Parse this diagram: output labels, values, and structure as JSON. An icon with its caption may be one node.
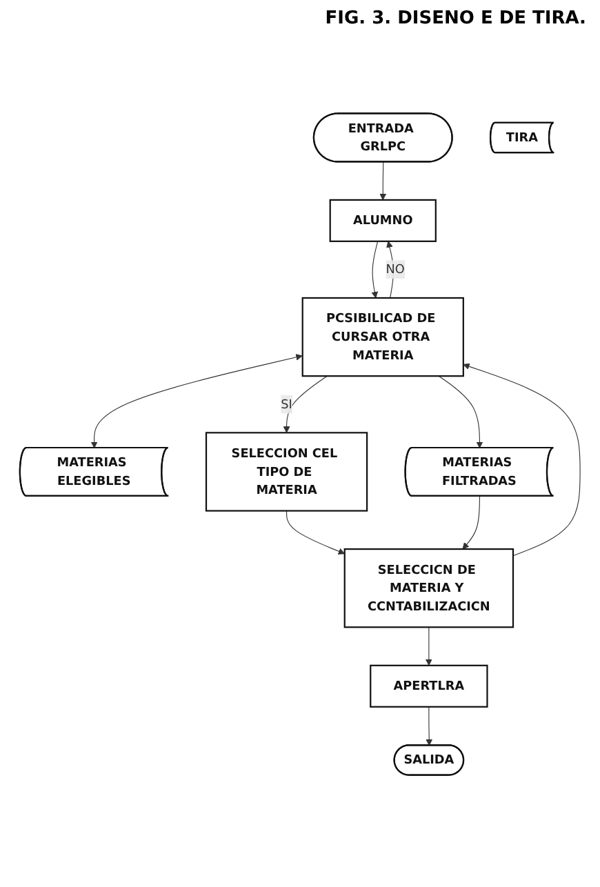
{
  "diagram": {
    "title": "FIG. 3. DISENO E DE TIRA.",
    "nodes": [
      {
        "text": [
          "ENTRADA GRLPC"
        ]
      },
      {
        "text": [
          "ALUMNO"
        ]
      },
      {
        "text": [
          "PCSIBILICAD DE CURSAR OTRA MATERIA"
        ]
      },
      {
        "text": [
          "MATERIAS ELEGIBLES"
        ]
      },
      {
        "text": [
          "SELECCION CEL TIPO DE MATERIA"
        ]
      },
      {
        "text": [
          "SELECCICN DE MATERIA Y CCNTABILIZACICN"
        ]
      },
      {
        "text": [
          "MATERIAS FILTRADAS"
        ]
      },
      {
        "text": [
          "TIRA"
        ]
      },
      {
        "text": [
          "APERTLRA"
        ]
      },
      {
        "text": [
          "SALIDA"
        ]
      }
    ],
    "edges": [
      {
        "from": 0,
        "to": 1,
        "arrow": "to"
      },
      {
        "from": 1,
        "to": 2,
        "arrow": "to"
      },
      {
        "from": 2,
        "to": 1,
        "arrow": "to",
        "label": "NO"
      },
      {
        "from": 2,
        "to": 3,
        "arrow": "both"
      },
      {
        "from": 2,
        "to": 4,
        "arrow": "to",
        "label": "SI"
      },
      {
        "from": 2,
        "to": 6,
        "arrow": "to"
      },
      {
        "from": 4,
        "to": 5,
        "arrow": "to"
      },
      {
        "from": 5,
        "to": 2,
        "arrow": "to"
      },
      {
        "from": 6,
        "to": 5,
        "arrow": "to"
      },
      {
        "from": 5,
        "to": 8,
        "arrow": "to"
      },
      {
        "from": 8,
        "to": 9,
        "arrow": "to"
      }
    ]
  }
}
